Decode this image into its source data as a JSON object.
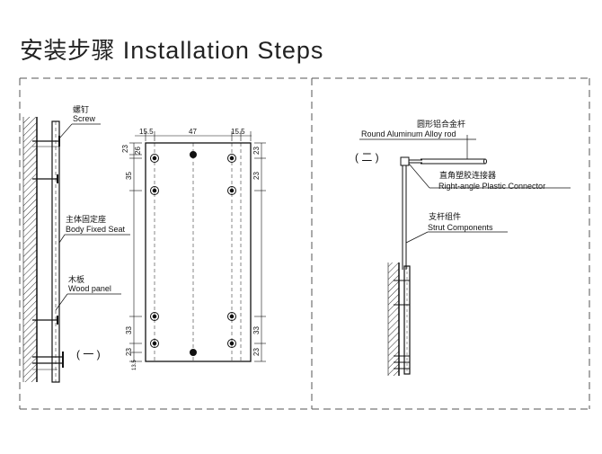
{
  "title": {
    "cn": "安装步骤",
    "en": "Installation Steps"
  },
  "left_panel": {
    "marker": "( 一 )",
    "labels": {
      "screw_cn": "螺钉",
      "screw_en": "Screw",
      "seat_cn": "主体固定座",
      "seat_en": "Body Fixed Seat",
      "panel_cn": "木板",
      "panel_en": "Wood panel"
    },
    "dims": {
      "top_left": "15.5",
      "top_mid": "47",
      "top_right": "15.5",
      "d23a": "23",
      "d26": "26",
      "d35": "35",
      "d23b": "23",
      "d23c": "23",
      "d33a": "33",
      "d33b": "33",
      "d23d": "23",
      "d23e": "23",
      "d13": "13.5"
    }
  },
  "right_panel": {
    "marker": "( 二 )",
    "labels": {
      "rod_cn": "圆形铝合金杆",
      "rod_en": "Round Aluminum Alloy rod",
      "conn_cn": "直角塑胶连接器",
      "conn_en": "Right-angle Plastic Connector",
      "strut_cn": "支杆组件",
      "strut_en": "Strut Components"
    }
  }
}
